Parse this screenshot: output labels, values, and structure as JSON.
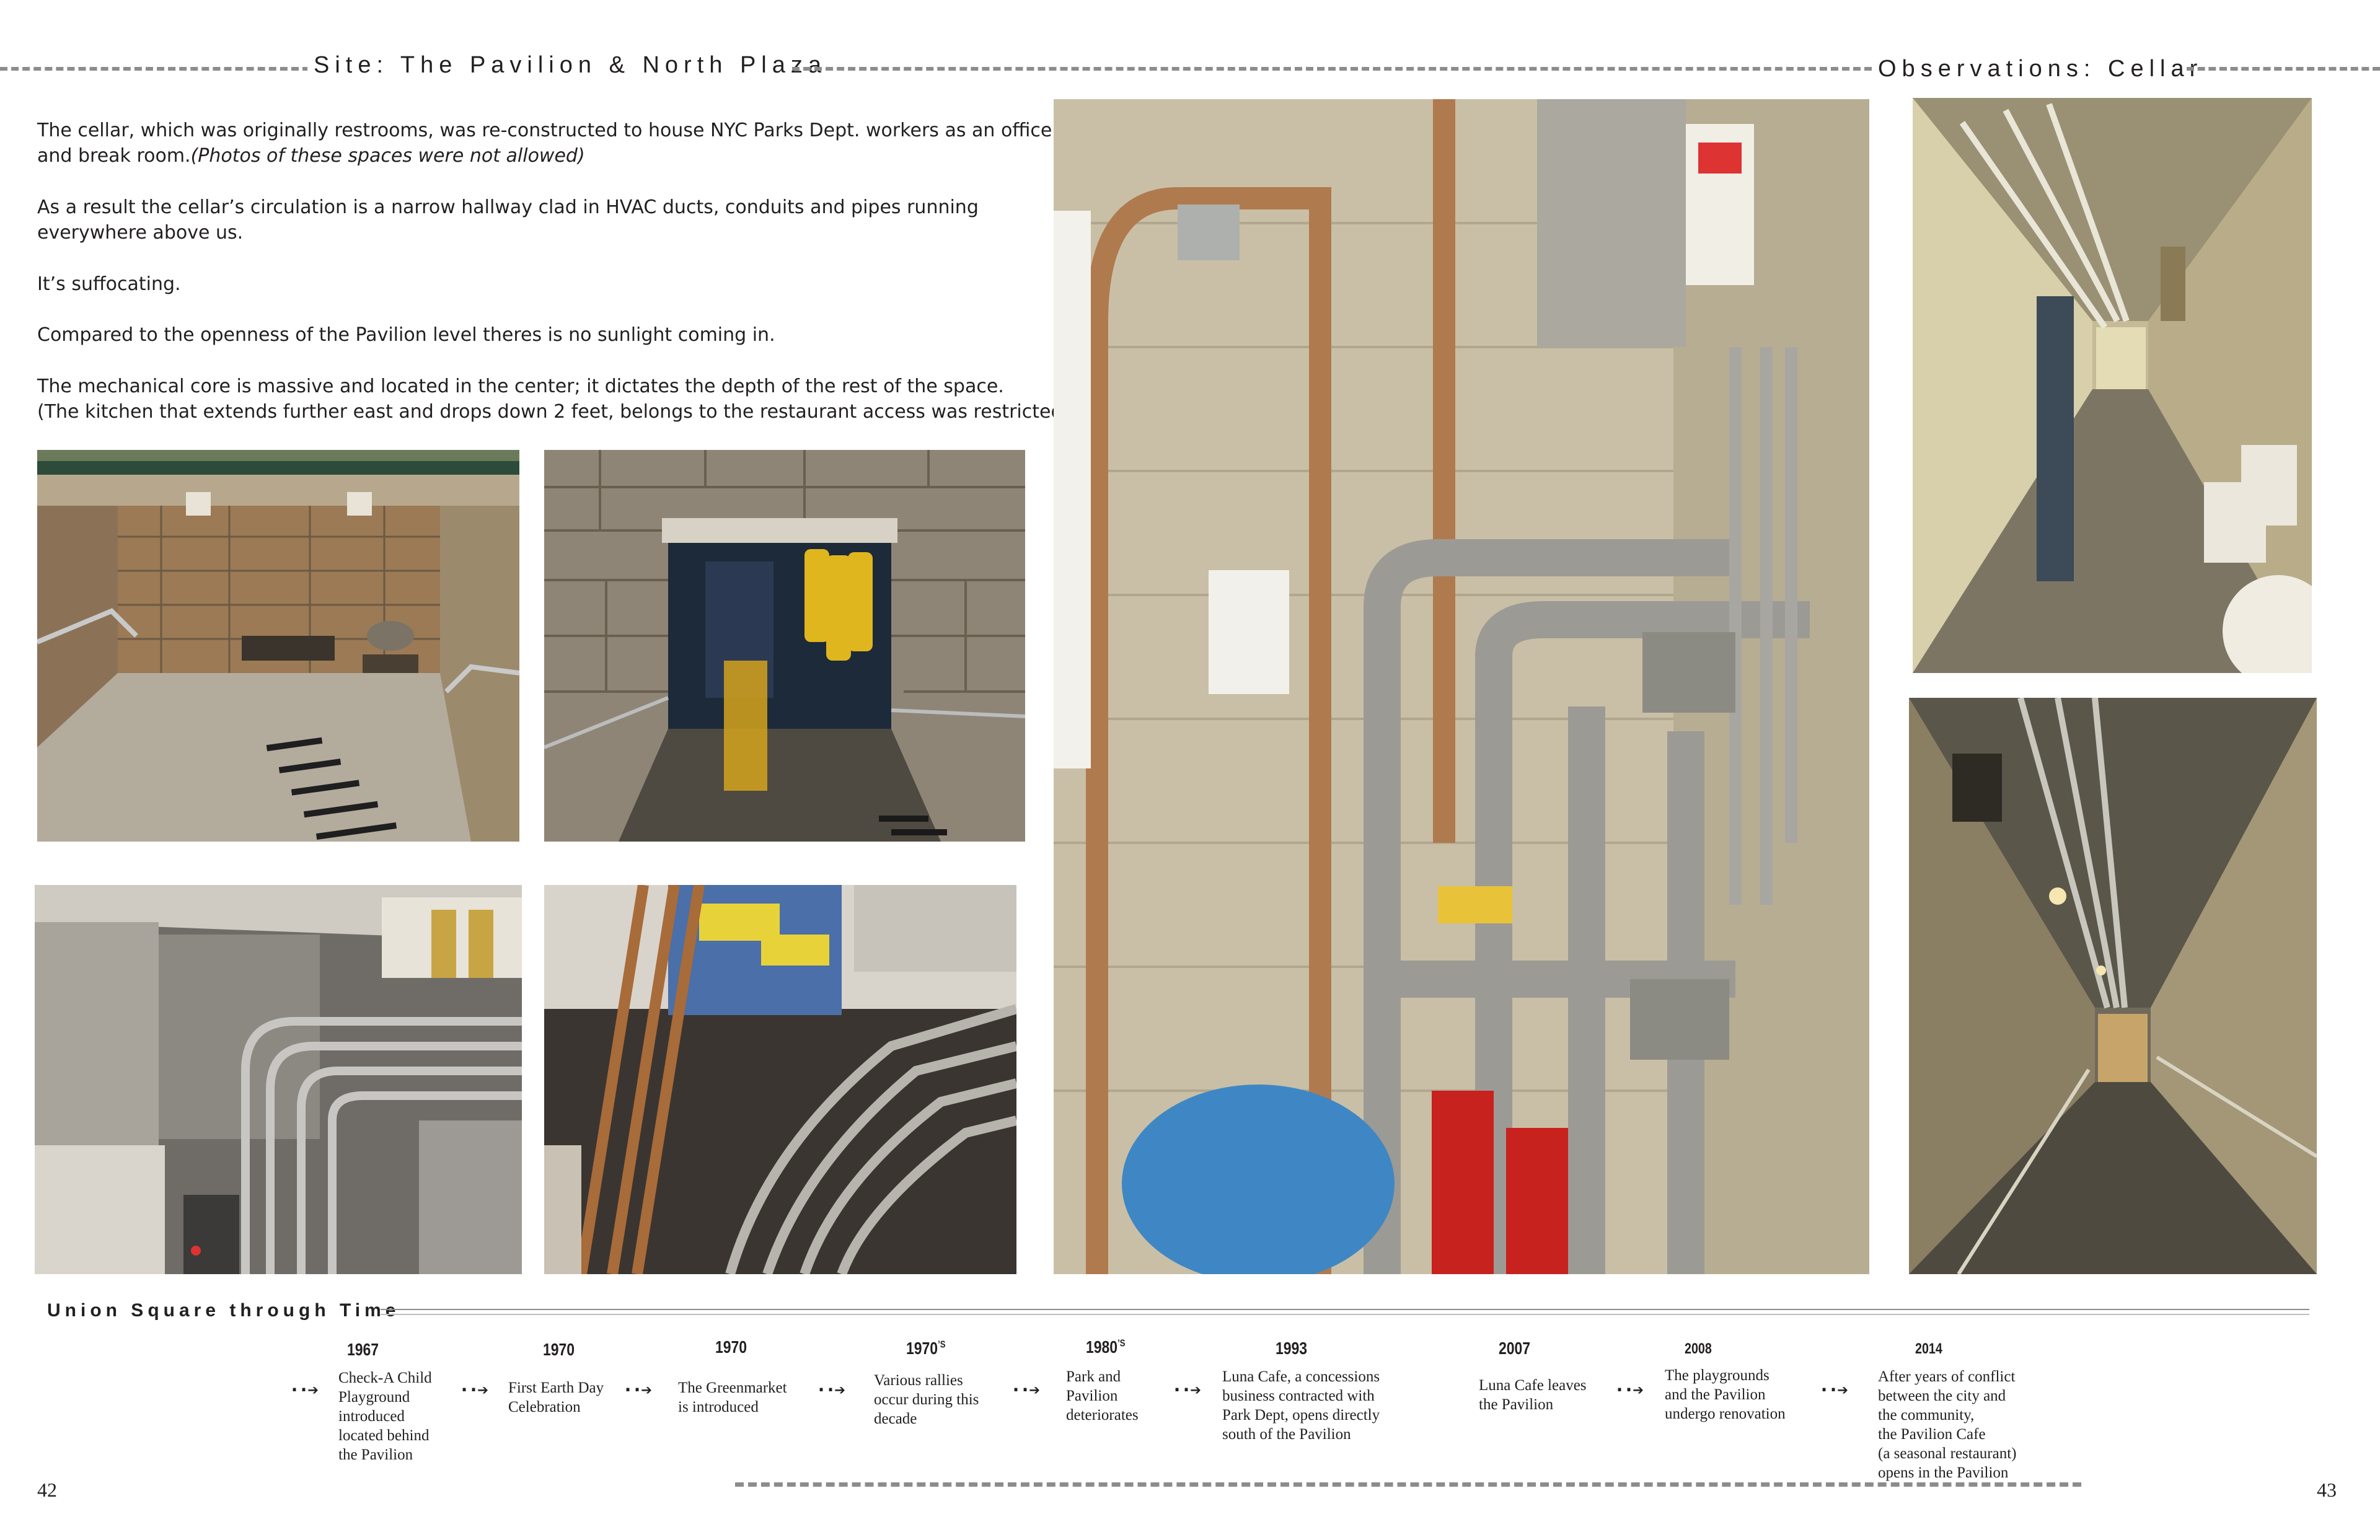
{
  "header": {
    "left_title": "Site: The Pavilion & North Plaza",
    "right_title": "Observations: Cellar"
  },
  "paragraphs": [
    {
      "text": "The cellar, which was originally restrooms, was re-constructed to house NYC Parks Dept. workers as an office and break room.",
      "note": "(Photos of these spaces were not allowed)"
    },
    {
      "text": "As a result the cellar’s circulation is a narrow hallway clad in HVAC ducts, conduits and pipes running everywhere above us."
    },
    {
      "text": "It’s suffocating."
    },
    {
      "text": "Compared to the openness of the Pavilion level theres is no sunlight coming in."
    },
    {
      "text": "The mechanical core is massive and located  in the center; it dictates the depth of the rest of the space.",
      "line2": "(The kitchen that extends further east and drops down 2 feet, belongs to the restaurant access was restricted.)"
    }
  ],
  "timeline": {
    "heading": "Union Square through Time",
    "arrow_glyph": "··➔",
    "events": [
      {
        "year": "1967",
        "sup": "",
        "text": "Check-A Child\nPlayground\nintroduced\nlocated behind\nthe Pavilion"
      },
      {
        "year": "1970",
        "sup": "",
        "text": "First Earth Day\n  Celebration"
      },
      {
        "year": "1970",
        "sup": "",
        "text": "The Greenmarket\nis introduced"
      },
      {
        "year": "1970",
        "sup": "’S",
        "text": "Various rallies\noccur during this\ndecade"
      },
      {
        "year": "1980",
        "sup": "’S",
        "text": "Park and\nPavilion\ndeteriorates"
      },
      {
        "year": "1993",
        "sup": "",
        "text": "Luna Cafe, a concessions\nbusiness contracted with\nPark Dept, opens directly\nsouth of the Pavilion"
      },
      {
        "year": "2007",
        "sup": "",
        "text": "Luna Cafe leaves\nthe Pavilion"
      },
      {
        "year": "2008",
        "sup": "",
        "text": "The playgrounds\nand the Pavilion\nundergo renovation"
      },
      {
        "year": "2014",
        "sup": "",
        "text": "After years of conflict\nbetween the city and\nthe community,\nthe Pavilion Cafe\n(a seasonal restaurant)\nopens in the Pavilion"
      }
    ]
  },
  "pages": {
    "left": "42",
    "right": "43"
  },
  "colors": {
    "dash": "#8c8c8c",
    "text": "#231f20",
    "stone": "#8a7a62",
    "brass": "#b58a55",
    "yellow": "#e3b526"
  }
}
